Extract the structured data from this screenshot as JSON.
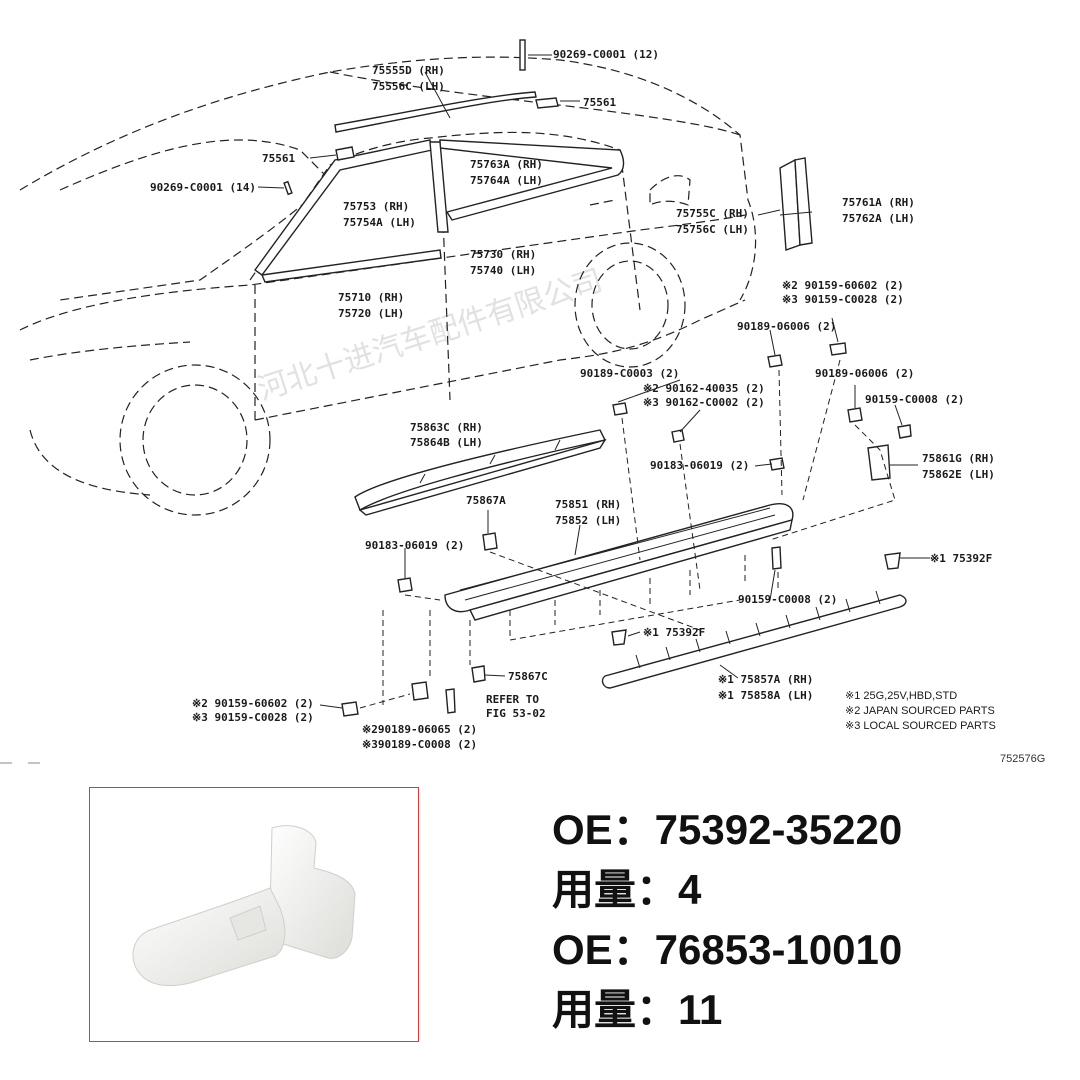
{
  "diagram": {
    "watermark": "河北十进汽车配件有限公司",
    "figure_code": "752576G",
    "callouts": [
      {
        "id": "c1",
        "text": "90269-C0001 (12)"
      },
      {
        "id": "c2",
        "text": "75555D (RH)"
      },
      {
        "id": "c3",
        "text": "75556C (LH)"
      },
      {
        "id": "c4",
        "text": "75561"
      },
      {
        "id": "c5",
        "text": "75561"
      },
      {
        "id": "c6",
        "text": "90269-C0001 (14)"
      },
      {
        "id": "c7",
        "text": "75763A (RH)"
      },
      {
        "id": "c8",
        "text": "75764A (LH)"
      },
      {
        "id": "c9",
        "text": "75753 (RH)"
      },
      {
        "id": "c10",
        "text": "75754A (LH)"
      },
      {
        "id": "c11",
        "text": "75761A (RH)"
      },
      {
        "id": "c12",
        "text": "75762A (LH)"
      },
      {
        "id": "c13",
        "text": "75755C (RH)"
      },
      {
        "id": "c14",
        "text": "75756C (LH)"
      },
      {
        "id": "c15",
        "text": "75730 (RH)"
      },
      {
        "id": "c16",
        "text": "75740 (LH)"
      },
      {
        "id": "c17",
        "text": "75710 (RH)"
      },
      {
        "id": "c18",
        "text": "75720 (LH)"
      },
      {
        "id": "c19",
        "text": "※2 90159-60602 (2)"
      },
      {
        "id": "c20",
        "text": "※3 90159-C0028 (2)"
      },
      {
        "id": "c21",
        "text": "90189-06006 (2)"
      },
      {
        "id": "c22",
        "text": "90189-C0003 (2)"
      },
      {
        "id": "c23",
        "text": "※2 90162-40035 (2)"
      },
      {
        "id": "c24",
        "text": "※3 90162-C0002 (2)"
      },
      {
        "id": "c25",
        "text": "90189-06006 (2)"
      },
      {
        "id": "c26",
        "text": "90159-C0008 (2)"
      },
      {
        "id": "c27",
        "text": "75863C (RH)"
      },
      {
        "id": "c28",
        "text": "75864B (LH)"
      },
      {
        "id": "c29",
        "text": "75861G (RH)"
      },
      {
        "id": "c30",
        "text": "75862E (LH)"
      },
      {
        "id": "c31",
        "text": "90183-06019 (2)"
      },
      {
        "id": "c32",
        "text": "75867A"
      },
      {
        "id": "c33",
        "text": "75851 (RH)"
      },
      {
        "id": "c34",
        "text": "75852 (LH)"
      },
      {
        "id": "c35",
        "text": "90183-06019 (2)"
      },
      {
        "id": "c36",
        "text": "※1 75392F"
      },
      {
        "id": "c37",
        "text": "90159-C0008 (2)"
      },
      {
        "id": "c38",
        "text": "※1 75392F"
      },
      {
        "id": "c39",
        "text": "75867C"
      },
      {
        "id": "c40",
        "text": "※1 75857A (RH)"
      },
      {
        "id": "c41",
        "text": "※1 75858A (LH)"
      },
      {
        "id": "c42",
        "text": "REFER TO"
      },
      {
        "id": "c43",
        "text": "FIG 53-02"
      },
      {
        "id": "c44",
        "text": "※2 90159-60602 (2)"
      },
      {
        "id": "c45",
        "text": "※3 90159-C0028 (2)"
      },
      {
        "id": "c46",
        "text": "※290189-06065 (2)"
      },
      {
        "id": "c47",
        "text": "※390189-C0008 (2)"
      }
    ],
    "notes": [
      "※1 25G,25V,HBD,STD",
      "※2 JAPAN SOURCED PARTS",
      "※3 LOCAL SOURCED PARTS"
    ]
  },
  "info": {
    "lines": [
      "OE：75392-35220",
      "用量：4",
      "OE：76853-10010",
      "用量：11"
    ]
  },
  "colors": {
    "photo_border": "#d93b3b",
    "line": "#222222",
    "clip": "#f4f4f2"
  }
}
